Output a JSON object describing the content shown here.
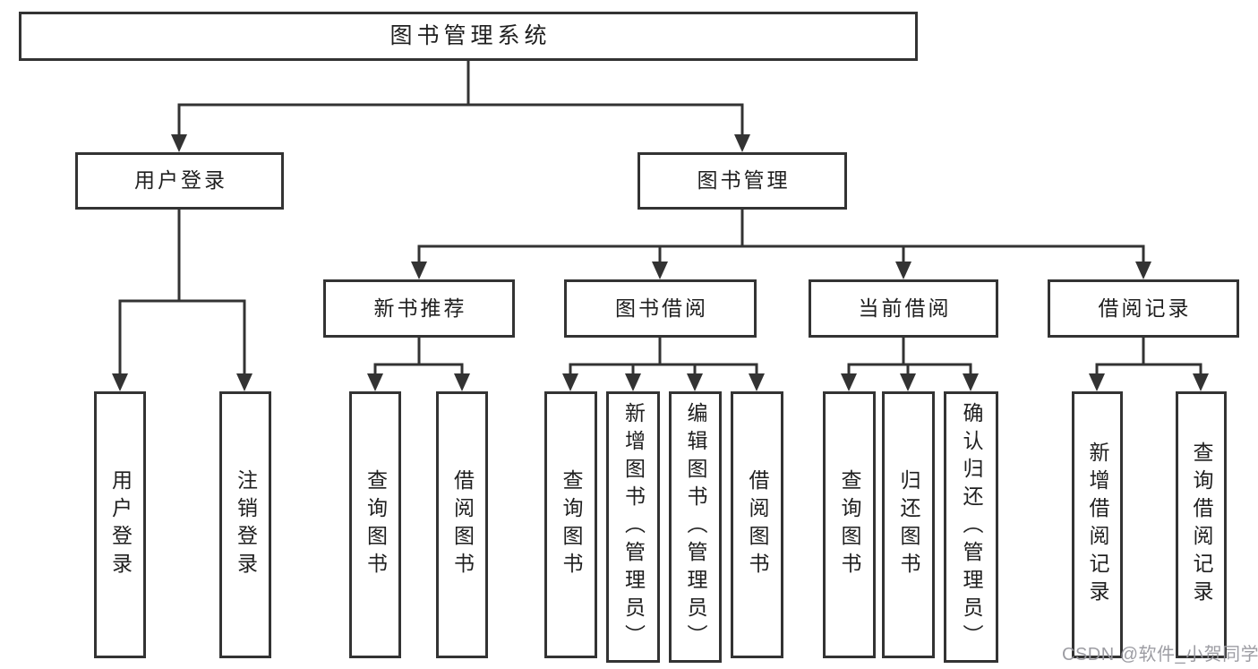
{
  "colors": {
    "line": "#333333",
    "box_border": "#333333",
    "box_background": "#ffffff",
    "text": "#1f1f1f",
    "watermark": "#98989e"
  },
  "watermark": {
    "text": "CSDN @软件_小贺同学"
  },
  "tree": {
    "root": {
      "label": "图书管理系统",
      "children": [
        {
          "label": "用户登录",
          "children": [
            {
              "label": "用户登录"
            },
            {
              "label": "注销登录"
            }
          ]
        },
        {
          "label": "图书管理",
          "children": [
            {
              "label": "新书推荐",
              "children": [
                {
                  "label": "查询图书"
                },
                {
                  "label": "借阅图书"
                }
              ]
            },
            {
              "label": "图书借阅",
              "children": [
                {
                  "label": "查询图书"
                },
                {
                  "label": "新增图书（管理员）"
                },
                {
                  "label": "编辑图书（管理员）"
                },
                {
                  "label": "借阅图书"
                }
              ]
            },
            {
              "label": "当前借阅",
              "children": [
                {
                  "label": "查询图书"
                },
                {
                  "label": "归还图书"
                },
                {
                  "label": "确认归还（管理员）"
                }
              ]
            },
            {
              "label": "借阅记录",
              "children": [
                {
                  "label": "新增借阅记录"
                },
                {
                  "label": "查询借阅记录"
                }
              ]
            }
          ]
        }
      ]
    }
  }
}
